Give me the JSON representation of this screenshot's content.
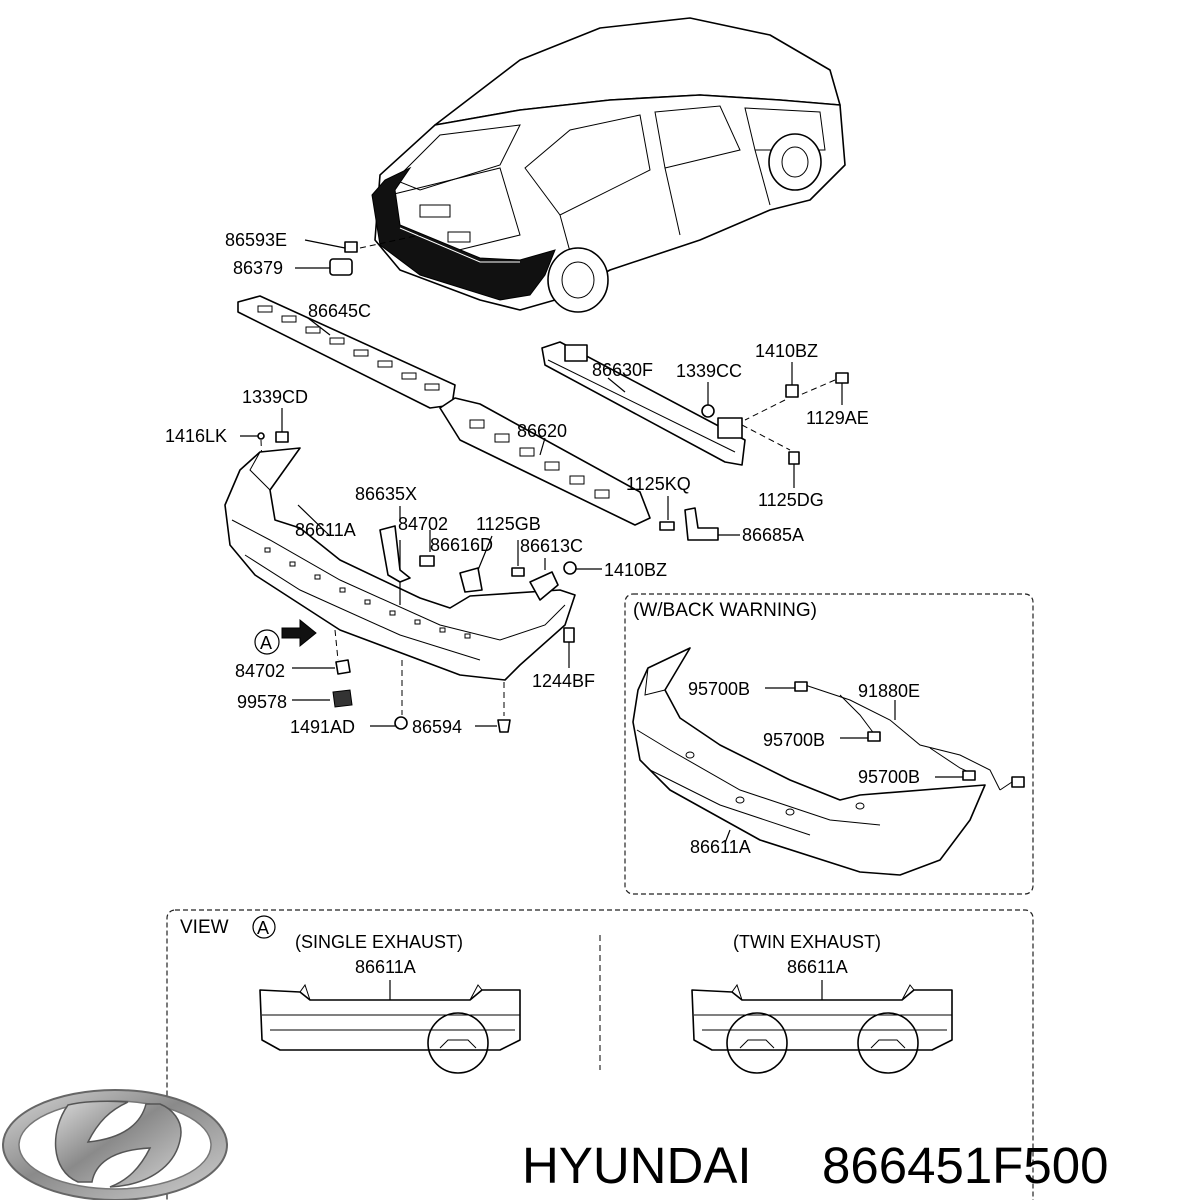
{
  "labels": {
    "p86593E": "86593E",
    "p86379": "86379",
    "p86645C": "86645C",
    "p1339CD": "1339CD",
    "p1416LK": "1416LK",
    "p86630F": "86630F",
    "p1339CC": "1339CC",
    "p1410BZ_top": "1410BZ",
    "p1129AE": "1129AE",
    "p86620": "86620",
    "p1125KQ": "1125KQ",
    "p1125DG": "1125DG",
    "p86685A": "86685A",
    "p86635X": "86635X",
    "p86611A": "86611A",
    "p84702_top": "84702",
    "p1125GB": "1125GB",
    "p86616D": "86616D",
    "p86613C": "86613C",
    "p1410BZ_mid": "1410BZ",
    "pA_marker": "A",
    "p84702_bot": "84702",
    "p1244BF": "1244BF",
    "p99578": "99578",
    "p1491AD": "1491AD",
    "p86594": "86594"
  },
  "back_warning": {
    "title": "(W/BACK WARNING)",
    "p95700B_1": "95700B",
    "p91880E": "91880E",
    "p95700B_2": "95700B",
    "p95700B_3": "95700B",
    "p86611A": "86611A"
  },
  "view_a": {
    "title": "VIEW",
    "marker": "A",
    "single_title": "(SINGLE EXHAUST)",
    "single_part": "86611A",
    "twin_title": "(TWIN EXHAUST)",
    "twin_part": "86611A"
  },
  "footer": {
    "brand": "HYUNDAI",
    "part_number": "866451F500",
    "logo_icon": "hyundai-logo-icon"
  }
}
